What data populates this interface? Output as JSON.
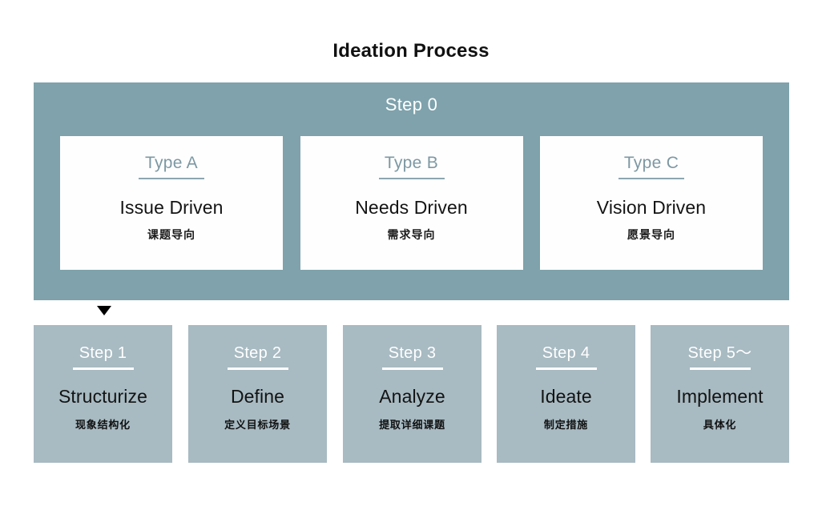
{
  "title": "Ideation Process",
  "step0": {
    "heading": "Step 0",
    "cards": [
      {
        "type_label": "Type A",
        "title": "Issue Driven",
        "subtitle": "课题导向"
      },
      {
        "type_label": "Type B",
        "title": "Needs Driven",
        "subtitle": "需求导向"
      },
      {
        "type_label": "Type C",
        "title": "Vision Driven",
        "subtitle": "愿景导向"
      }
    ]
  },
  "steps": [
    {
      "label": "Step 1",
      "title": "Structurize",
      "subtitle": "现象结构化"
    },
    {
      "label": "Step 2",
      "title": "Define",
      "subtitle": "定义目标场景"
    },
    {
      "label": "Step 3",
      "title": "Analyze",
      "subtitle": "提取详细课题"
    },
    {
      "label": "Step 4",
      "title": "Ideate",
      "subtitle": "制定措施"
    },
    {
      "label": "Step 5〜",
      "title": "Implement",
      "subtitle": "具体化"
    }
  ],
  "connectors": {
    "down_arrow": "down-triangle",
    "between_steps": [
      "right-triangle",
      "right-triangle",
      "right-triangle"
    ]
  },
  "colors": {
    "panel_blue": "#7fa2ac",
    "step_blue": "#a8bac2",
    "type_label": "#7d98a3",
    "card_white": "#fefefe",
    "text_dark": "#131313",
    "arrow_black": "#000000"
  }
}
